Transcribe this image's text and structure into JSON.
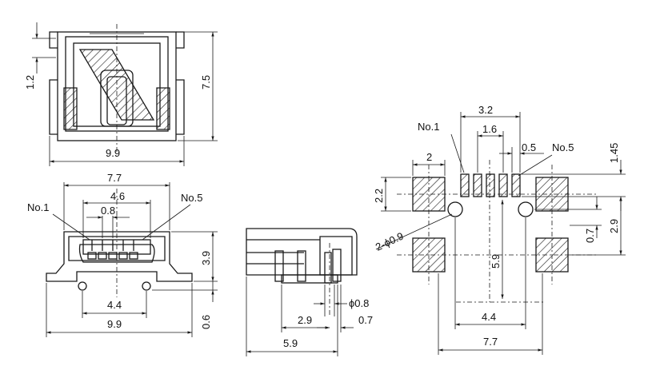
{
  "top_view": {
    "width": "9.9",
    "height": "7.5",
    "tab": "1.2"
  },
  "front_view": {
    "pin1": "No.1",
    "pin5": "No.5",
    "outer_width": "7.7",
    "pin_span": "4.6",
    "pitch": "0.8",
    "height": "3.9",
    "post_span": "4.4",
    "base_width": "9.9",
    "post_len": "0.6"
  },
  "side_view": {
    "peg_dia": "ϕ0.8",
    "peg_pos": "2.9",
    "peg_off": "0.7",
    "depth": "5.9"
  },
  "footprint": {
    "pin1": "No.1",
    "pin5": "No.5",
    "pad_span": "3.2",
    "pad_mid": "1.6",
    "pad_width": "0.5",
    "pad_pitch": "1.45",
    "mount_pad_w": "2",
    "mount_pad_h": "2.2",
    "hole": "2-ϕ0.9",
    "pad_y": "5.9",
    "hole_off": "0.7",
    "pad_y2": "2.9",
    "hole_span": "4.4",
    "mount_span": "7.7"
  }
}
